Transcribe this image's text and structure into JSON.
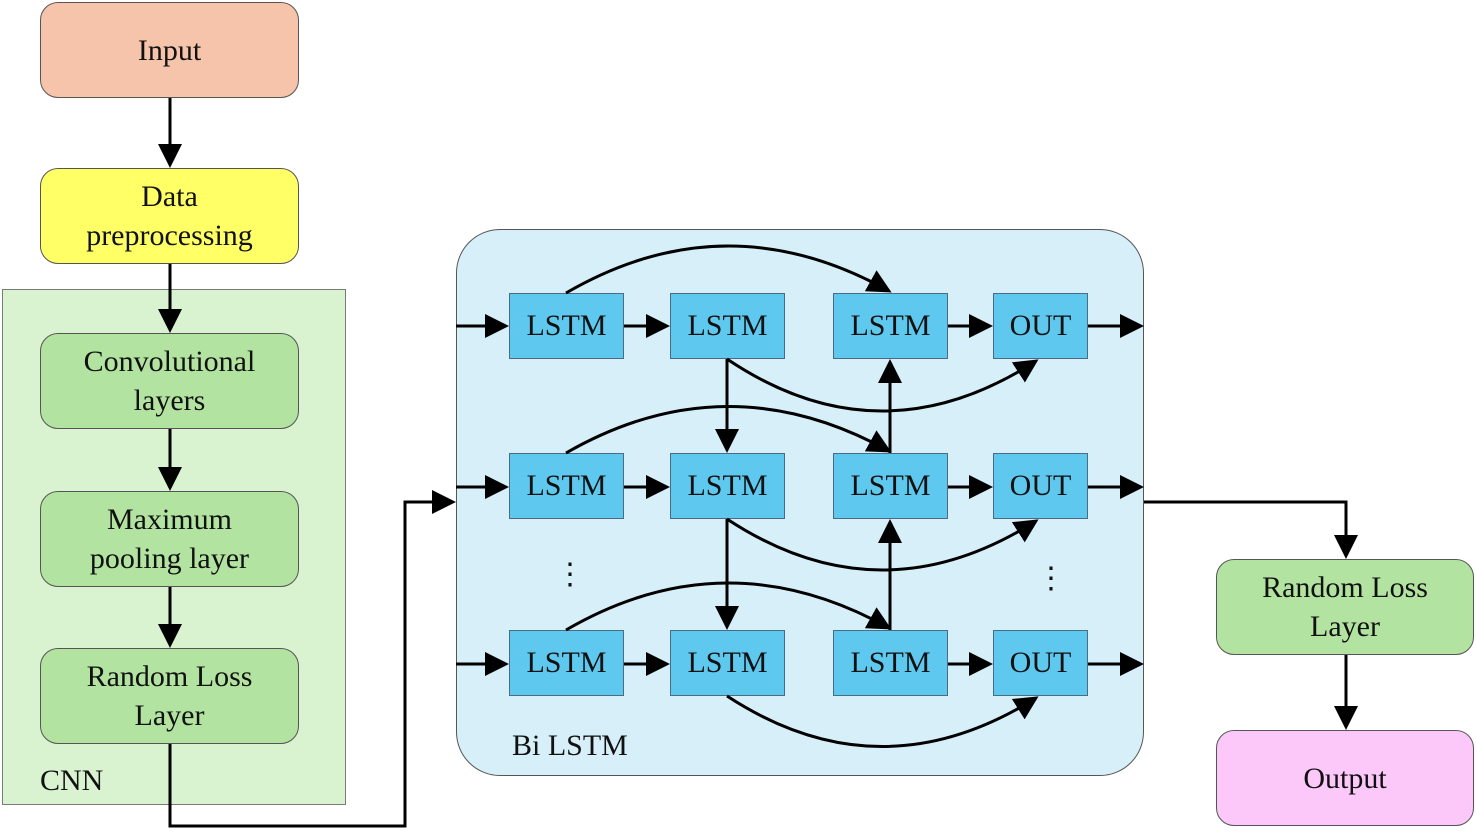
{
  "colors": {
    "input": "#f5c4aa",
    "data_preprocessing": "#ffff66",
    "green_layer": "#b3e3a0",
    "cnn_region": "#d9f2d0",
    "bilstm_region": "#d6eff9",
    "lstm_cell": "#5ec8ee",
    "output": "#fcc8fa"
  },
  "pipeline": {
    "input": "Input",
    "data_preprocessing": "Data\npreprocessing",
    "convolutional": "Convolutional\nlayers",
    "max_pooling": "Maximum\npooling layer",
    "random_loss_cnn": "Random Loss\nLayer",
    "random_loss_right": "Random Loss\nLayer",
    "output": "Output"
  },
  "regions": {
    "cnn": "CNN",
    "bilstm": "Bi LSTM"
  },
  "bilstm": {
    "rows": [
      [
        "LSTM",
        "LSTM",
        "LSTM",
        "OUT"
      ],
      [
        "LSTM",
        "LSTM",
        "LSTM",
        "OUT"
      ],
      [
        "LSTM",
        "LSTM",
        "LSTM",
        "OUT"
      ]
    ],
    "ellipsis": "⋮"
  }
}
